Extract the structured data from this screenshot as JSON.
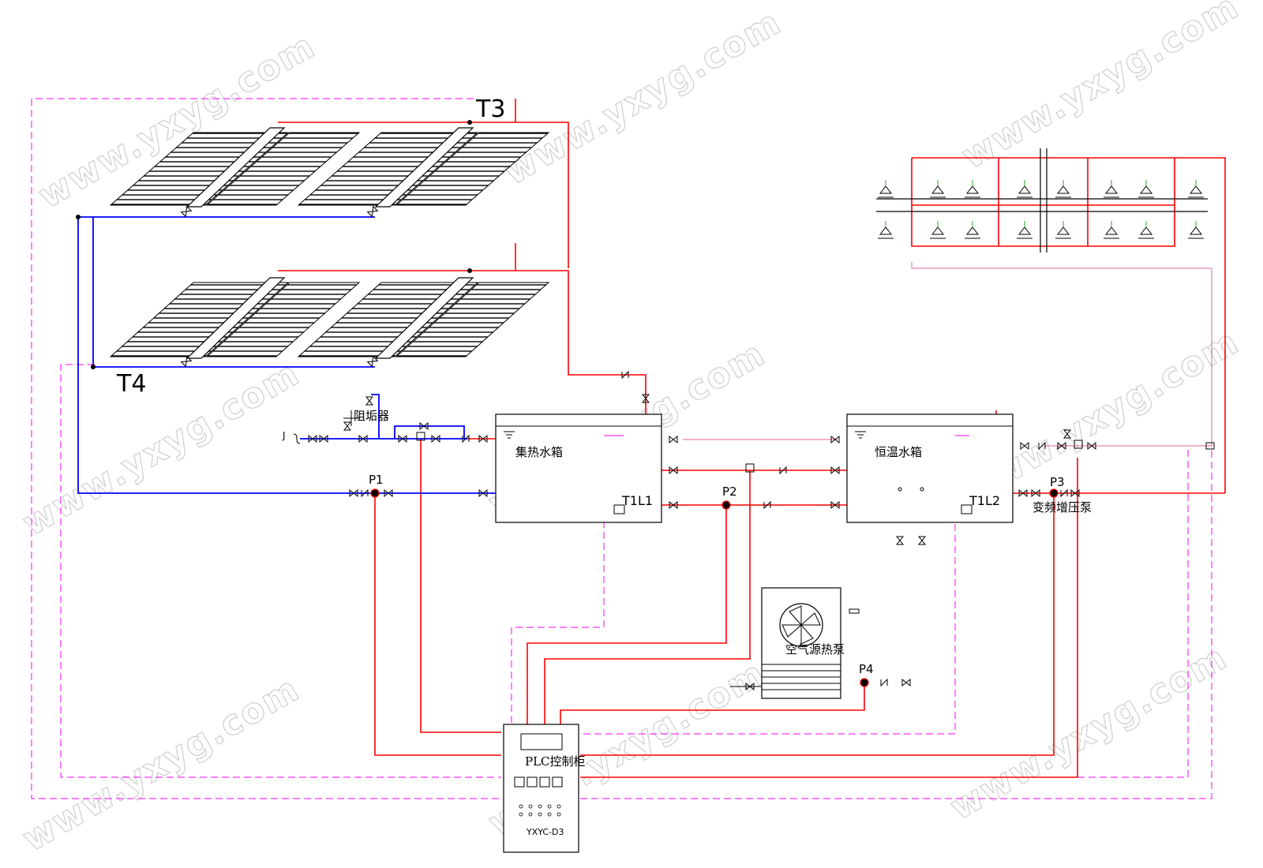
{
  "labels": {
    "t3": "T3",
    "t4": "T4",
    "p1": "P1",
    "p2": "P2",
    "p3": "P3",
    "p4": "P4",
    "t1l1": "T1L1",
    "t1l2": "T1L2",
    "collector_tank": "集热水箱",
    "constant_tank": "恒温水箱",
    "filter": "阻垢器",
    "booster_pump": "变频增压泵",
    "heat_pump": "空气源热泵",
    "plc_cabinet": "PLC控制柜",
    "plc_model": "YXYC-D3",
    "inlet_mark": "J"
  },
  "watermark": "www.yxyg.com",
  "colors": {
    "hot_pipe": "#ff0000",
    "cold_pipe": "#0000ff",
    "signal_line": "#ff00ff",
    "control_line": "#e060a0",
    "structure": "#000000"
  }
}
